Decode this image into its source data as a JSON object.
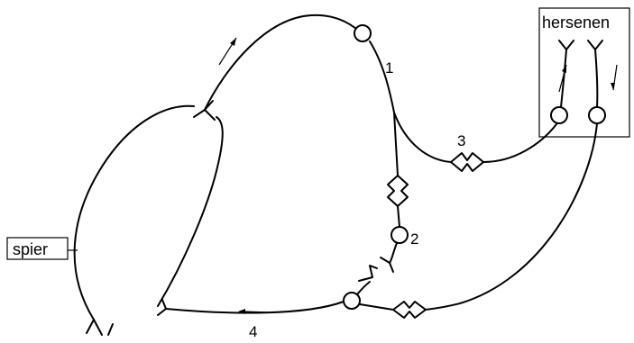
{
  "labels": {
    "brain": "hersenen",
    "muscle": "spier",
    "n1": "1",
    "n2": "2",
    "n3": "3",
    "n4": "4"
  }
}
